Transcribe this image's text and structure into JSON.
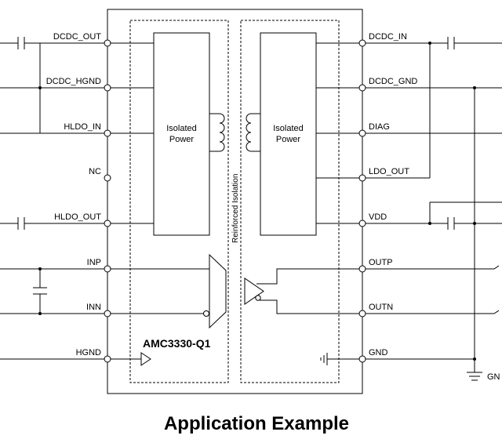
{
  "device": {
    "part_number": "AMC3330-Q1",
    "isolation_label": "Reinforced Isolation",
    "left_block_label": [
      "Isolated",
      "Power"
    ],
    "right_block_label": [
      "Isolated",
      "Power"
    ]
  },
  "pins_left": [
    "DCDC_OUT",
    "DCDC_HGND",
    "HLDO_IN",
    "NC",
    "HLDO_OUT",
    "INP",
    "INN",
    "HGND"
  ],
  "pins_right": [
    "DCDC_IN",
    "DCDC_GND",
    "DIAG",
    "LDO_OUT",
    "VDD",
    "OUTP",
    "OUTN",
    "GND"
  ],
  "ground_label": "GN",
  "caption": "Application Example"
}
